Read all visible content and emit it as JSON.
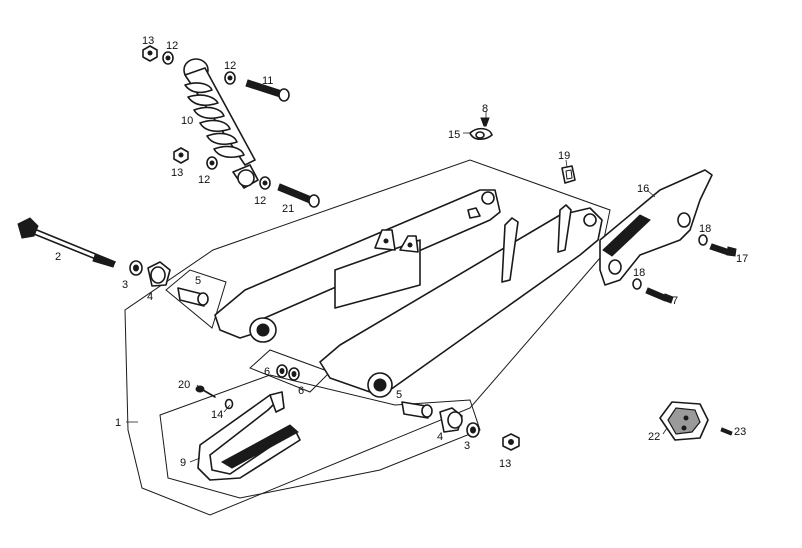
{
  "diagram": {
    "callouts": [
      {
        "id": "c1",
        "text": "1"
      },
      {
        "id": "c2",
        "text": "2"
      },
      {
        "id": "c3a",
        "text": "3"
      },
      {
        "id": "c3b",
        "text": "3"
      },
      {
        "id": "c4a",
        "text": "4"
      },
      {
        "id": "c4b",
        "text": "4"
      },
      {
        "id": "c5a",
        "text": "5"
      },
      {
        "id": "c5b",
        "text": "5"
      },
      {
        "id": "c6a",
        "text": "6"
      },
      {
        "id": "c6b",
        "text": "6"
      },
      {
        "id": "c7",
        "text": "7"
      },
      {
        "id": "c8",
        "text": "8"
      },
      {
        "id": "c9",
        "text": "9"
      },
      {
        "id": "c10",
        "text": "10"
      },
      {
        "id": "c11",
        "text": "11"
      },
      {
        "id": "c12a",
        "text": "12"
      },
      {
        "id": "c12b",
        "text": "12"
      },
      {
        "id": "c12c",
        "text": "12"
      },
      {
        "id": "c12d",
        "text": "12"
      },
      {
        "id": "c13a",
        "text": "13"
      },
      {
        "id": "c13b",
        "text": "13"
      },
      {
        "id": "c13c",
        "text": "13"
      },
      {
        "id": "c14",
        "text": "14"
      },
      {
        "id": "c15",
        "text": "15"
      },
      {
        "id": "c16",
        "text": "16"
      },
      {
        "id": "c17",
        "text": "17"
      },
      {
        "id": "c18a",
        "text": "18"
      },
      {
        "id": "c18b",
        "text": "18"
      },
      {
        "id": "c19",
        "text": "19"
      },
      {
        "id": "c20",
        "text": "20"
      },
      {
        "id": "c21",
        "text": "21"
      },
      {
        "id": "c22",
        "text": "22"
      },
      {
        "id": "c23",
        "text": "23"
      }
    ]
  }
}
